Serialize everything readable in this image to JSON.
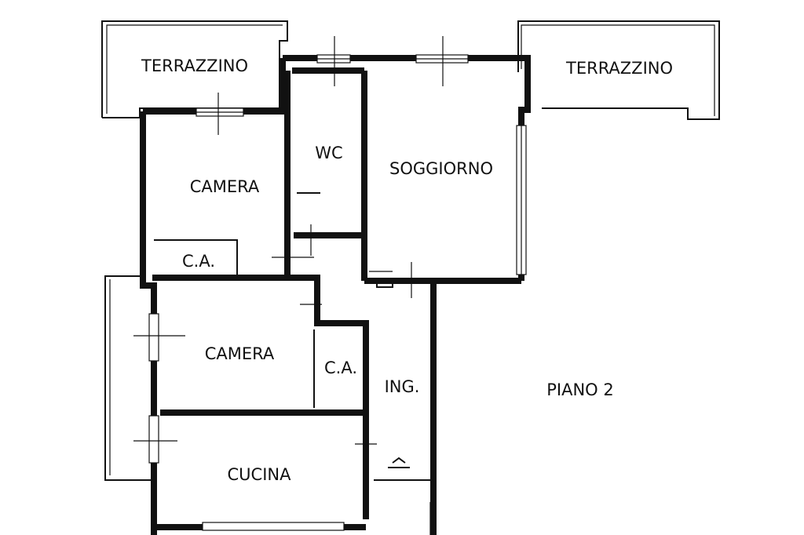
{
  "plan": {
    "rooms": {
      "terrazzino_left": "TERRAZZINO",
      "terrazzino_right": "TERRAZZINO",
      "wc": "WC",
      "soggiorno": "SOGGIORNO",
      "camera_top": "CAMERA",
      "ca_top": "C.A.",
      "camera_middle": "CAMERA",
      "ca_middle": "C.A.",
      "ingresso": "ING.",
      "cucina": "CUCINA"
    },
    "floor_label": "PIANO 2"
  }
}
